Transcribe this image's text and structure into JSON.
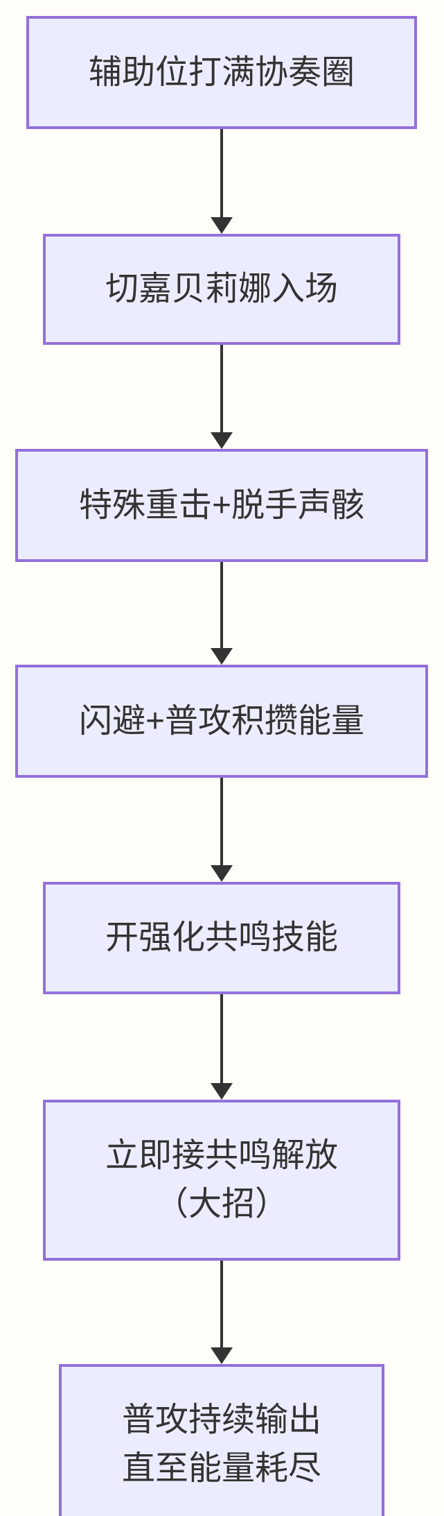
{
  "colors": {
    "page_background": "#FFFEF8",
    "node_fill": "#ECECFF",
    "node_border": "#9370DB",
    "text_color": "#333333",
    "arrow_color": "#333333"
  },
  "flowchart": {
    "direction": "top-down",
    "nodes": [
      {
        "id": "step-1",
        "lines": [
          "辅助位打满协奏圈"
        ]
      },
      {
        "id": "step-2",
        "lines": [
          "切嘉贝莉娜入场"
        ]
      },
      {
        "id": "step-3",
        "lines": [
          "特殊重击+脱手声骸"
        ]
      },
      {
        "id": "step-4",
        "lines": [
          "闪避+普攻积攒能量"
        ]
      },
      {
        "id": "step-5",
        "lines": [
          "开强化共鸣技能"
        ]
      },
      {
        "id": "step-6",
        "lines": [
          "立即接共鸣解放",
          "（大招）"
        ]
      },
      {
        "id": "step-7",
        "lines": [
          "普攻持续输出",
          "直至能量耗尽"
        ]
      }
    ],
    "edges": [
      {
        "from": "step-1",
        "to": "step-2"
      },
      {
        "from": "step-2",
        "to": "step-3"
      },
      {
        "from": "step-3",
        "to": "step-4"
      },
      {
        "from": "step-4",
        "to": "step-5"
      },
      {
        "from": "step-5",
        "to": "step-6"
      },
      {
        "from": "step-6",
        "to": "step-7"
      }
    ]
  }
}
